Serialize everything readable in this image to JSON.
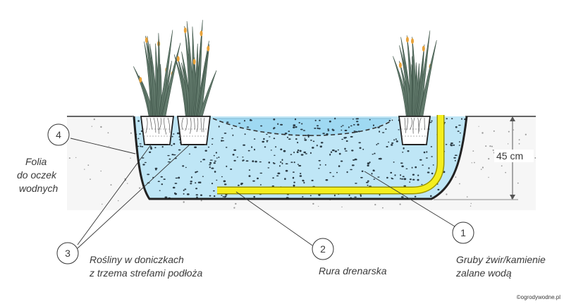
{
  "markers": [
    {
      "num": "1",
      "label_lines": [
        "Gruby żwir/kamienie",
        "zalane wodą"
      ]
    },
    {
      "num": "2",
      "label_lines": [
        "Rura drenarska"
      ]
    },
    {
      "num": "3",
      "label_lines": [
        "Rośliny w doniczkach",
        "z trzema strefami podłoża"
      ]
    },
    {
      "num": "4",
      "label_lines": [
        "Folia",
        "do oczek",
        "wodnych"
      ]
    }
  ],
  "depth": {
    "label": "45 cm"
  },
  "credit": "©ogrodywodne.pl",
  "colors": {
    "water_fill": "#bfe6f6",
    "water_surface": "#9fd9f2",
    "soil_fill": "#f4f4f4",
    "pipe": "#f4ee1e",
    "pipe_outline": "#9a9400",
    "leaf": "#627a6c",
    "leaf_tip": "#e8a23a",
    "line": "#333333"
  }
}
